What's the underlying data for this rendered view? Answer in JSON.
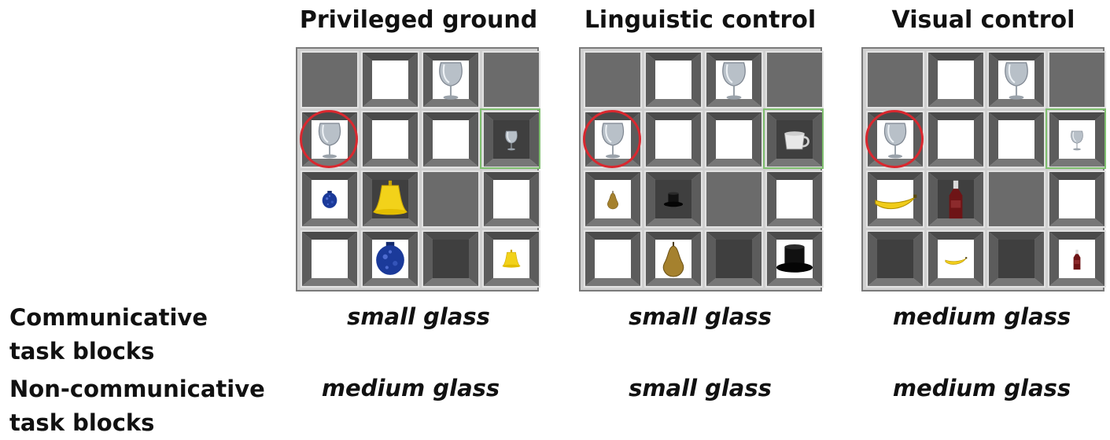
{
  "columns": [
    {
      "title": "Privileged ground"
    },
    {
      "title": "Linguistic control"
    },
    {
      "title": "Visual control"
    }
  ],
  "rows": [
    {
      "label_line1": "Communicative",
      "label_line2": "task blocks",
      "values": [
        "small glass",
        "small glass",
        "medium glass"
      ]
    },
    {
      "label_line1": "Non-communicative",
      "label_line2": "task blocks",
      "values": [
        "medium glass",
        "small glass",
        "medium glass"
      ]
    }
  ],
  "colors": {
    "target_frame": "#7fbf6f",
    "circle": "#d9282f",
    "cubby": "#555555"
  },
  "grids": [
    {
      "cells": [
        [
          "closed",
          "open",
          "open:glass-large",
          "closed"
        ],
        [
          "open:glass-medium",
          "open",
          "open",
          "dark:glass-small"
        ],
        [
          "open:vase-small",
          "dark:bell-large",
          "closed",
          "open"
        ],
        [
          "open",
          "open:vase-large",
          "dark",
          "open:bell-small"
        ]
      ]
    },
    {
      "cells": [
        [
          "closed",
          "open",
          "open:glass-large",
          "closed"
        ],
        [
          "open:glass-medium",
          "open",
          "open",
          "dark:mug"
        ],
        [
          "open:pear-small",
          "dark:tophat-small",
          "closed",
          "open"
        ],
        [
          "open",
          "open:pear-large",
          "dark",
          "open:tophat-large"
        ]
      ]
    },
    {
      "cells": [
        [
          "closed",
          "open",
          "open:glass-large",
          "closed"
        ],
        [
          "open:glass-medium",
          "open",
          "open",
          "open:glass-small"
        ],
        [
          "open:banana-large",
          "dark:bottle-large",
          "closed",
          "open"
        ],
        [
          "dark",
          "open:banana-small",
          "dark",
          "open:bottle-small"
        ]
      ]
    }
  ]
}
